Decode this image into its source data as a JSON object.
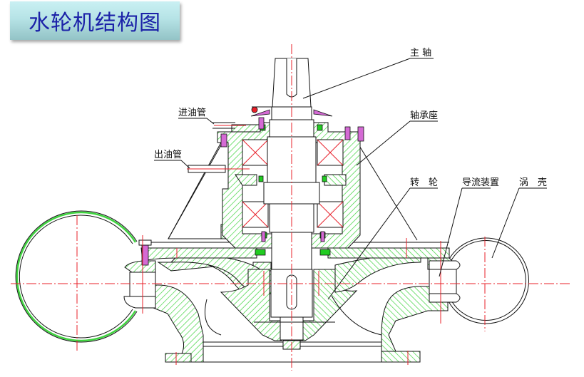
{
  "title": "水轮机结构图",
  "labels": {
    "main_shaft": "主 轴",
    "oil_inlet_pipe": "进油管",
    "bearing_seat": "轴承座",
    "oil_outlet_pipe": "出油管",
    "runner": "转　轮",
    "guide_device": "导流装置",
    "volute": "涡　壳"
  },
  "colors": {
    "hatch": "#3fd43f",
    "centerline": "#e8202a",
    "title_text": "#1c22a8",
    "title_bg": "#b6e3e6",
    "bolt": "#d46ad4",
    "seal": "#22cc22"
  }
}
